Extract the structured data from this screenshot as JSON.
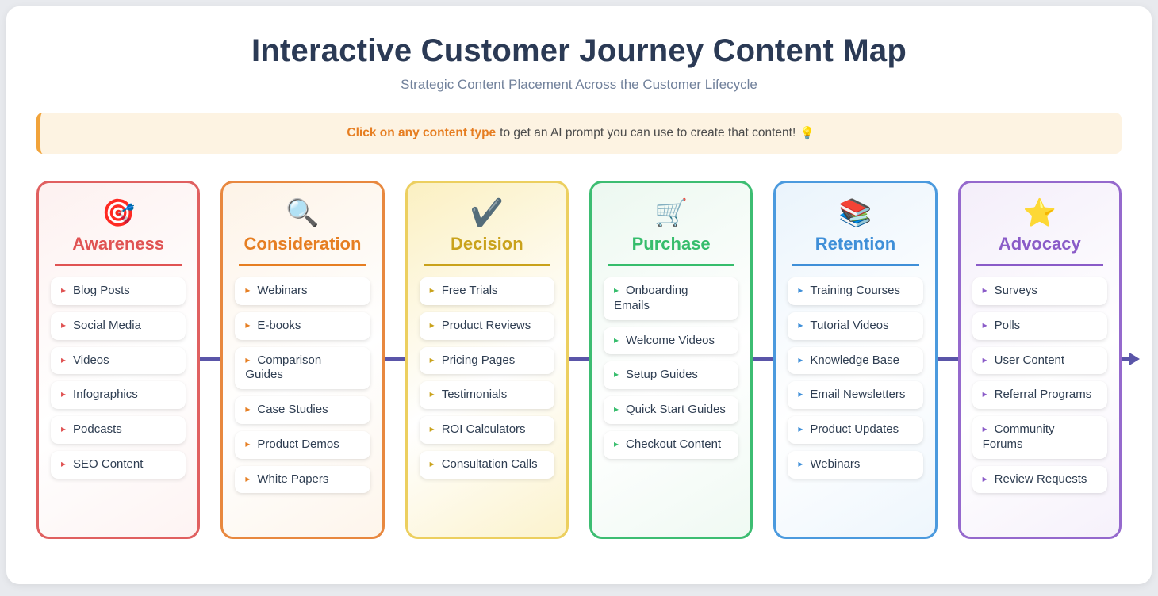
{
  "page": {
    "title": "Interactive Customer Journey Content Map",
    "subtitle": "Strategic Content Placement Across the Customer Lifecycle"
  },
  "banner": {
    "highlight": "Click on any content type",
    "rest": "to get an AI prompt you can use to create that content!",
    "emoji": "💡"
  },
  "flow": {
    "line_color": "#5a55a8"
  },
  "stages": [
    {
      "id": "awareness",
      "icon": "🎯",
      "icon_name": "target-icon",
      "label": "Awareness",
      "color": "#e05353",
      "border_color": "#e06060",
      "tint": "#fdf1f0",
      "items": [
        "Blog Posts",
        "Social Media",
        "Videos",
        "Infographics",
        "Podcasts",
        "SEO Content"
      ]
    },
    {
      "id": "consideration",
      "icon": "🔍",
      "icon_name": "magnifying-glass-icon",
      "label": "Consideration",
      "color": "#e67e22",
      "border_color": "#e8883f",
      "tint": "#fdf3e7",
      "items": [
        "Webinars",
        "E-books",
        "Comparison\nGuides",
        "Case Studies",
        "Product Demos",
        "White Papers"
      ]
    },
    {
      "id": "decision",
      "icon": "✔️",
      "icon_name": "checkmark-icon",
      "label": "Decision",
      "color": "#c9a21b",
      "border_color": "#eccf5f",
      "tint": "#fbf0c2",
      "items": [
        "Free Trials",
        "Product Reviews",
        "Pricing Pages",
        "Testimonials",
        "ROI Calculators",
        "Consultation Calls"
      ]
    },
    {
      "id": "purchase",
      "icon": "🛒",
      "icon_name": "shopping-cart-icon",
      "label": "Purchase",
      "color": "#36bd6c",
      "border_color": "#3dbd72",
      "tint": "#ecf8f0",
      "items": [
        "Onboarding\nEmails",
        "Welcome Videos",
        "Setup Guides",
        "Quick Start Guides",
        "Checkout Content"
      ]
    },
    {
      "id": "retention",
      "icon": "📚",
      "icon_name": "books-icon",
      "label": "Retention",
      "color": "#3f8fd8",
      "border_color": "#4b9ade",
      "tint": "#eaf4fc",
      "items": [
        "Training Courses",
        "Tutorial Videos",
        "Knowledge Base",
        "Email Newsletters",
        "Product Updates",
        "Webinars"
      ]
    },
    {
      "id": "advocacy",
      "icon": "⭐",
      "icon_name": "star-icon",
      "label": "Advocacy",
      "color": "#8a5bc8",
      "border_color": "#9569cd",
      "tint": "#f4eefa",
      "items": [
        "Surveys",
        "Polls",
        "User Content",
        "Referral Programs",
        "Community\nForums",
        "Review Requests"
      ]
    }
  ]
}
